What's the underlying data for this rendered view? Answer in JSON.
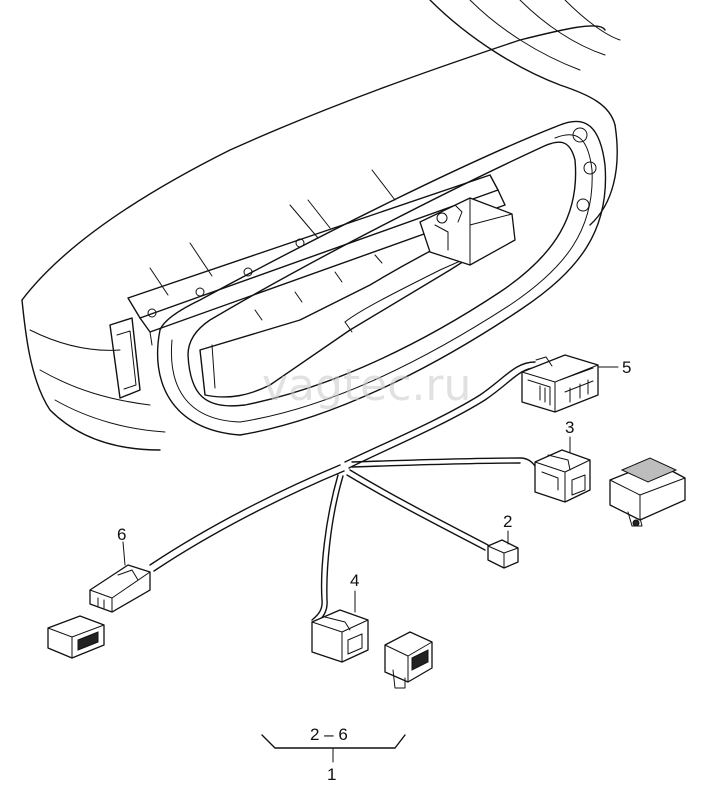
{
  "watermark": "vagtec.ru",
  "callouts": {
    "c1": "1",
    "c2": "2",
    "c3": "3",
    "c4": "4",
    "c5": "5",
    "c6": "6",
    "range": "2 – 6"
  }
}
